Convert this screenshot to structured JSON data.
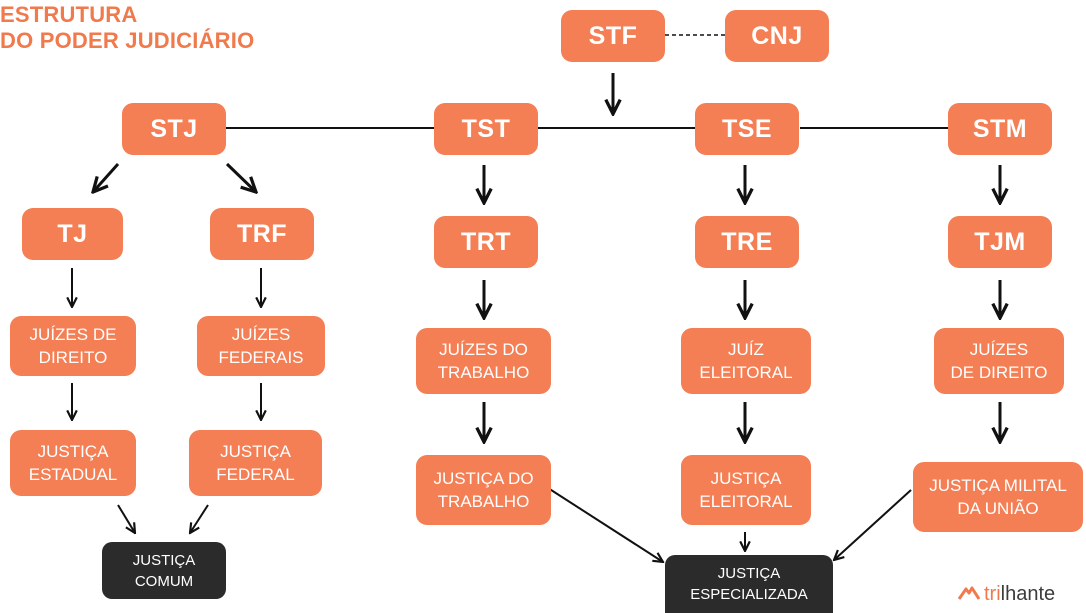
{
  "title": {
    "line1": "ESTRUTURA",
    "line2": "DO PODER JUDICIÁRIO"
  },
  "colors": {
    "box": "#f47f55",
    "dark_box": "#2b2b2b",
    "title": "#f07a4c",
    "text_on_box": "#ffffff"
  },
  "nodes": {
    "stf": "STF",
    "cnj": "CNJ",
    "stj": "STJ",
    "tst": "TST",
    "tse": "TSE",
    "stm": "STM",
    "tj": "TJ",
    "trf": "TRF",
    "trt": "TRT",
    "tre": "TRE",
    "tjm": "TJM",
    "juizes_direito_tj": "JUÍZES DE\nDIREITO",
    "juizes_federais": "JUÍZES\nFEDERAIS",
    "juizes_trabalho": "JUÍZES DO\nTRABALHO",
    "juiz_eleitoral": "JUÍZ\nELEITORAL",
    "juizes_direito_tjm": "JUÍZES\nDE DIREITO",
    "justica_estadual": "JUSTIÇA\nESTADUAL",
    "justica_federal": "JUSTIÇA\nFEDERAL",
    "justica_trabalho": "JUSTIÇA DO\nTRABALHO",
    "justica_eleitoral": "JUSTIÇA\nELEITORAL",
    "justica_militar": "JUSTIÇA MILITAL\nDA UNIÃO",
    "justica_comum": "JUSTIÇA\nCOMUM",
    "justica_especializada": "JUSTIÇA\nESPECIALIZADA"
  },
  "brand": {
    "logo_icon": "mountain-logo-icon",
    "name_prefix": "tri",
    "name_suffix": "lhante"
  }
}
